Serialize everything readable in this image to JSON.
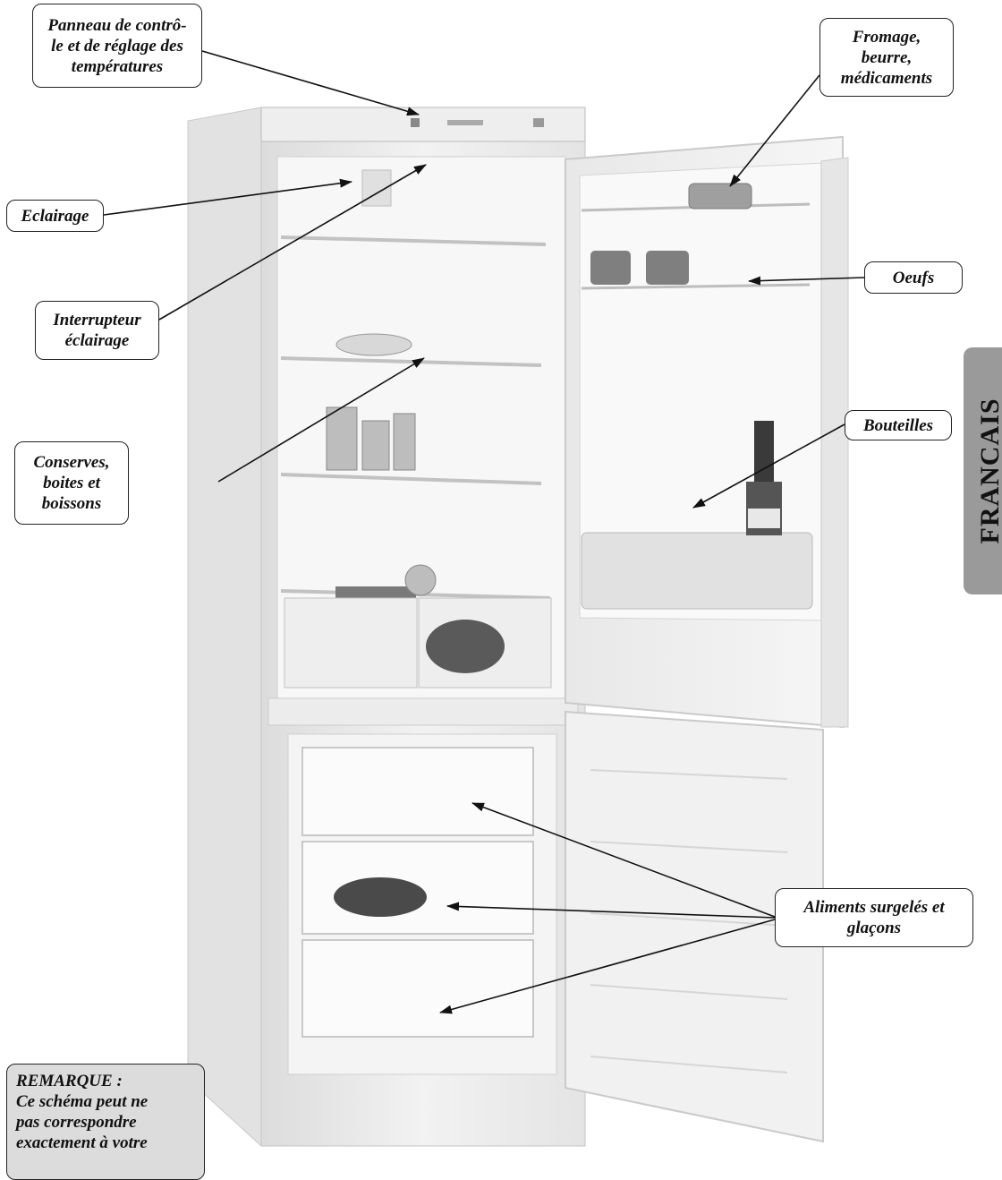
{
  "callouts": {
    "control_panel": "Panneau de contrô-\nle et de réglage des\ntempératures",
    "cheese": "Fromage,\nbeurre,\nmédicaments",
    "lighting": "Eclairage",
    "eggs": "Oeufs",
    "light_switch": "Interrupteur\néclairage",
    "cans": "Conserves,\nboites et\nboissons",
    "bottles": "Bouteilles",
    "frozen": "Aliments surgelés et\nglaçons"
  },
  "note": "REMARQUE :\nCe schéma peut ne\npas correspondre\nexactement à votre",
  "language_tab": "FRANCAIS",
  "colors": {
    "line": "#111111",
    "tab": "#9a9a9a",
    "note_bg": "#dcdcdc"
  }
}
